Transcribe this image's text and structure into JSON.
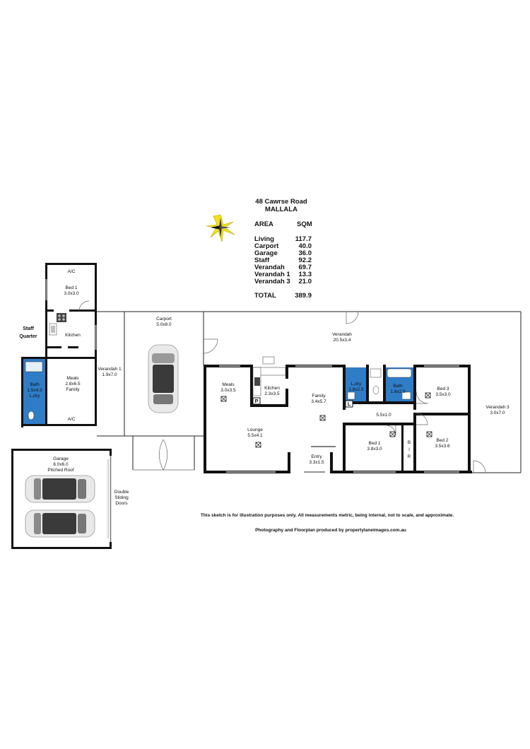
{
  "header": {
    "address_line1": "48 Cawrse Road",
    "address_line2": "MALLALA"
  },
  "area_table": {
    "col_area": "AREA",
    "col_sqm": "SQM",
    "rows": [
      {
        "label": "Living",
        "value": "117.7"
      },
      {
        "label": "Carport",
        "value": "40.0"
      },
      {
        "label": "Garage",
        "value": "36.0"
      },
      {
        "label": "Staff",
        "value": "92.2"
      },
      {
        "label": "Verandah",
        "value": "69.7"
      },
      {
        "label": "Verandah 1",
        "value": "13.3"
      },
      {
        "label": "Verandah 3",
        "value": "21.0"
      }
    ],
    "total_label": "TOTAL",
    "total_value": "389.9"
  },
  "rooms": {
    "ac_top": "A/C",
    "bed1_staff": "Bed 1",
    "bed1_staff_size": "3.0x3.0",
    "staff_quarter_1": "Staff",
    "staff_quarter_2": "Quarter",
    "kitchen_staff": "Kitchen",
    "meals_staff": "Meals",
    "meals_staff_size": "2.8x6.5",
    "meals_staff_sub": "Family",
    "ac_bottom": "A/C",
    "bath_staff": "Bath",
    "bath_staff_size": "1.5x4.3",
    "bath_staff_sub": "L,dry",
    "verandah1": "Verandah 1",
    "verandah1_size": "1.9x7.0",
    "carport": "Carport",
    "carport_size": "5.0x8.0",
    "verandah": "Verandah",
    "verandah_size": "20.5x3.4",
    "meals": "Meals",
    "meals_size": "3.0x3.5",
    "kitchen": "Kitchen",
    "kitchen_size": "2.3x3.5",
    "pantry": "P",
    "family": "Family",
    "family_size": "3.4x5.7",
    "ldry": "L,dry",
    "ldry_size": "1.8x2.5",
    "bath": "Bath",
    "bath_size": "1.8x2.5",
    "linen": "L",
    "bed3": "Bed 3",
    "bed3_size": "3.5x3.0",
    "hall_size": "5.5x1.0",
    "lounge": "Lounge",
    "lounge_size": "5.5x4.1",
    "bed1": "Bed 1",
    "bed1_size": "3.8x3.0",
    "bir_b": "B",
    "bir_i": "I",
    "bir_r": "R",
    "bed2": "Bed 2",
    "bed2_size": "3.5x3.6",
    "entry": "Entry",
    "entry_size": "3.3x1.5",
    "verandah3": "Verandah 3",
    "verandah3_size": "3.0x7.0",
    "garage": "Garage",
    "garage_size": "6.0x6.0",
    "garage_sub": "Pitched Roof",
    "double_1": "Double",
    "double_2": "Sliding",
    "double_3": "Doors"
  },
  "footer": {
    "disclaimer": "This sketch is for illustration purposes only.  All measurements metric, being internal, not to scale, and approximate.",
    "credit": "Photography and Floorplan produced by propertylaneimages.com.au"
  },
  "icons": [
    "compass-icon",
    "car-icon",
    "stove-icon",
    "sink-icon",
    "toilet-icon",
    "bathtub-icon",
    "smoke-detector-icon"
  ],
  "colors": {
    "walls": "#111111",
    "wet_areas": "#2f7dc7",
    "windows": "#9a9a9a",
    "compass_yellow": "#f2e21b"
  }
}
